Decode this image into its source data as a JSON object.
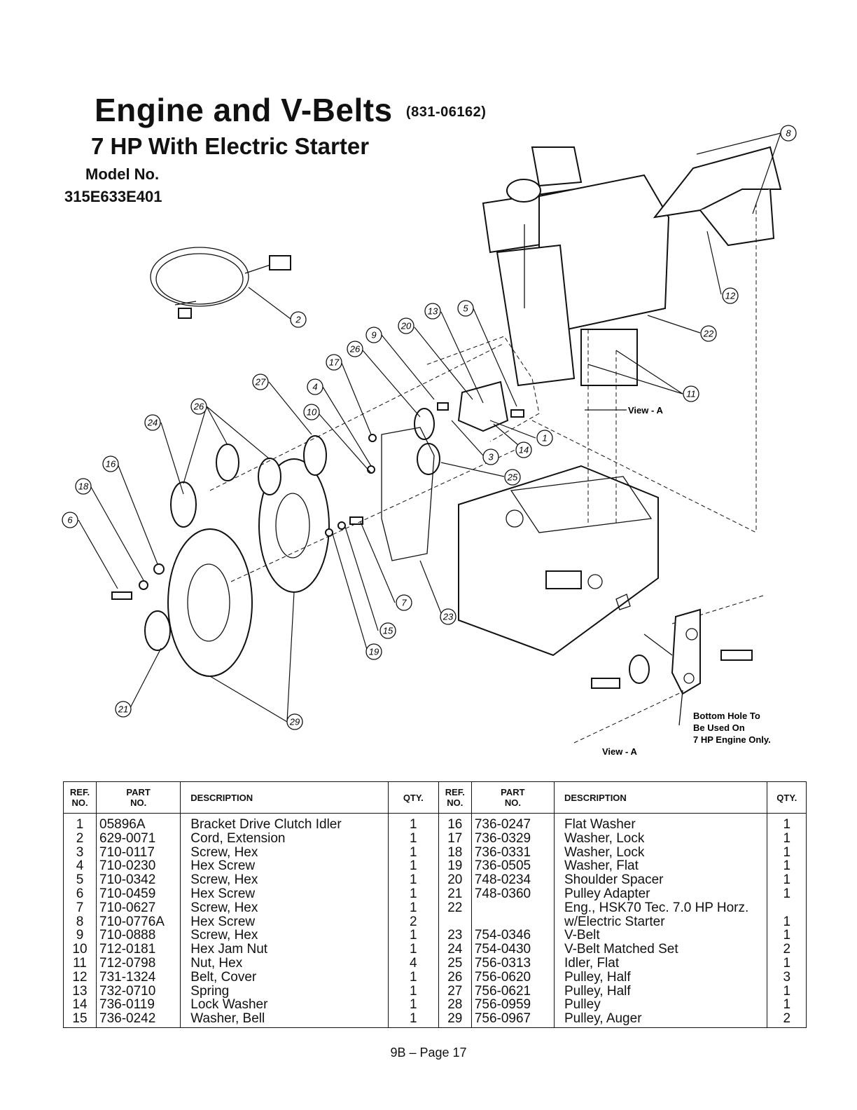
{
  "header": {
    "title": "Engine and V-Belts",
    "title_code": "(831-06162)",
    "subtitle": "7 HP With Electric Starter",
    "model_label": "Model No.",
    "model_number": "315E633E401"
  },
  "diagram": {
    "callouts": [
      "2",
      "8",
      "12",
      "22",
      "11",
      "13",
      "5",
      "9",
      "20",
      "26",
      "17",
      "27",
      "4",
      "10",
      "1",
      "14",
      "3",
      "25",
      "23",
      "7",
      "15",
      "19",
      "24",
      "26",
      "16",
      "18",
      "6",
      "21",
      "29"
    ],
    "view_label": "View - A",
    "view_label_bottom": "View - A",
    "note_lines": [
      "Bottom Hole To",
      "Be Used On",
      "7 HP Engine Only."
    ]
  },
  "table": {
    "headers": {
      "ref": [
        "REF.",
        "NO."
      ],
      "part": [
        "PART",
        "NO."
      ],
      "description": "DESCRIPTION",
      "qty": "QTY."
    },
    "left": {
      "refs": [
        "1",
        "2",
        "3",
        "4",
        "5",
        "6",
        "7",
        "8",
        "9",
        "10",
        "11",
        "12",
        "13",
        "14",
        "15"
      ],
      "parts": [
        "05896A",
        "629-0071",
        "710-0117",
        "710-0230",
        "710-0342",
        "710-0459",
        "710-0627",
        "710-0776A",
        "710-0888",
        "712-0181",
        "712-0798",
        "731-1324",
        "732-0710",
        "736-0119",
        "736-0242"
      ],
      "descriptions": [
        "Bracket Drive Clutch Idler",
        "Cord, Extension",
        "Screw, Hex",
        "Hex Screw",
        "Screw, Hex",
        "Hex Screw",
        "Screw, Hex",
        "Hex Screw",
        "Screw, Hex",
        "Hex Jam Nut",
        "Nut, Hex",
        "Belt, Cover",
        "Spring",
        "Lock Washer",
        "Washer, Bell"
      ],
      "qtys": [
        "1",
        "1",
        "1",
        "1",
        "1",
        "1",
        "1",
        "2",
        "1",
        "1",
        "4",
        "1",
        "1",
        "1",
        "1"
      ]
    },
    "right": {
      "refs": [
        "16",
        "17",
        "18",
        "19",
        "20",
        "21",
        "22",
        "",
        "23",
        "24",
        "25",
        "26",
        "27",
        "28",
        "29"
      ],
      "parts": [
        "736-0247",
        "736-0329",
        "736-0331",
        "736-0505",
        "748-0234",
        "748-0360",
        "",
        "",
        "754-0346",
        "754-0430",
        "756-0313",
        "756-0620",
        "756-0621",
        "756-0959",
        "756-0967"
      ],
      "descriptions": [
        "Flat Washer",
        "Washer, Lock",
        "Washer, Lock",
        "Washer, Flat",
        "Shoulder Spacer",
        "Pulley Adapter",
        "Eng., HSK70 Tec. 7.0 HP Horz.",
        "w/Electric Starter",
        "V-Belt",
        "V-Belt Matched Set",
        "Idler, Flat",
        "Pulley, Half",
        "Pulley, Half",
        "Pulley",
        "Pulley, Auger"
      ],
      "qtys": [
        "1",
        "1",
        "1",
        "1",
        "1",
        "1",
        "",
        "1",
        "1",
        "2",
        "1",
        "3",
        "1",
        "1",
        "2"
      ]
    }
  },
  "footer": {
    "page": "9B – Page 17"
  }
}
